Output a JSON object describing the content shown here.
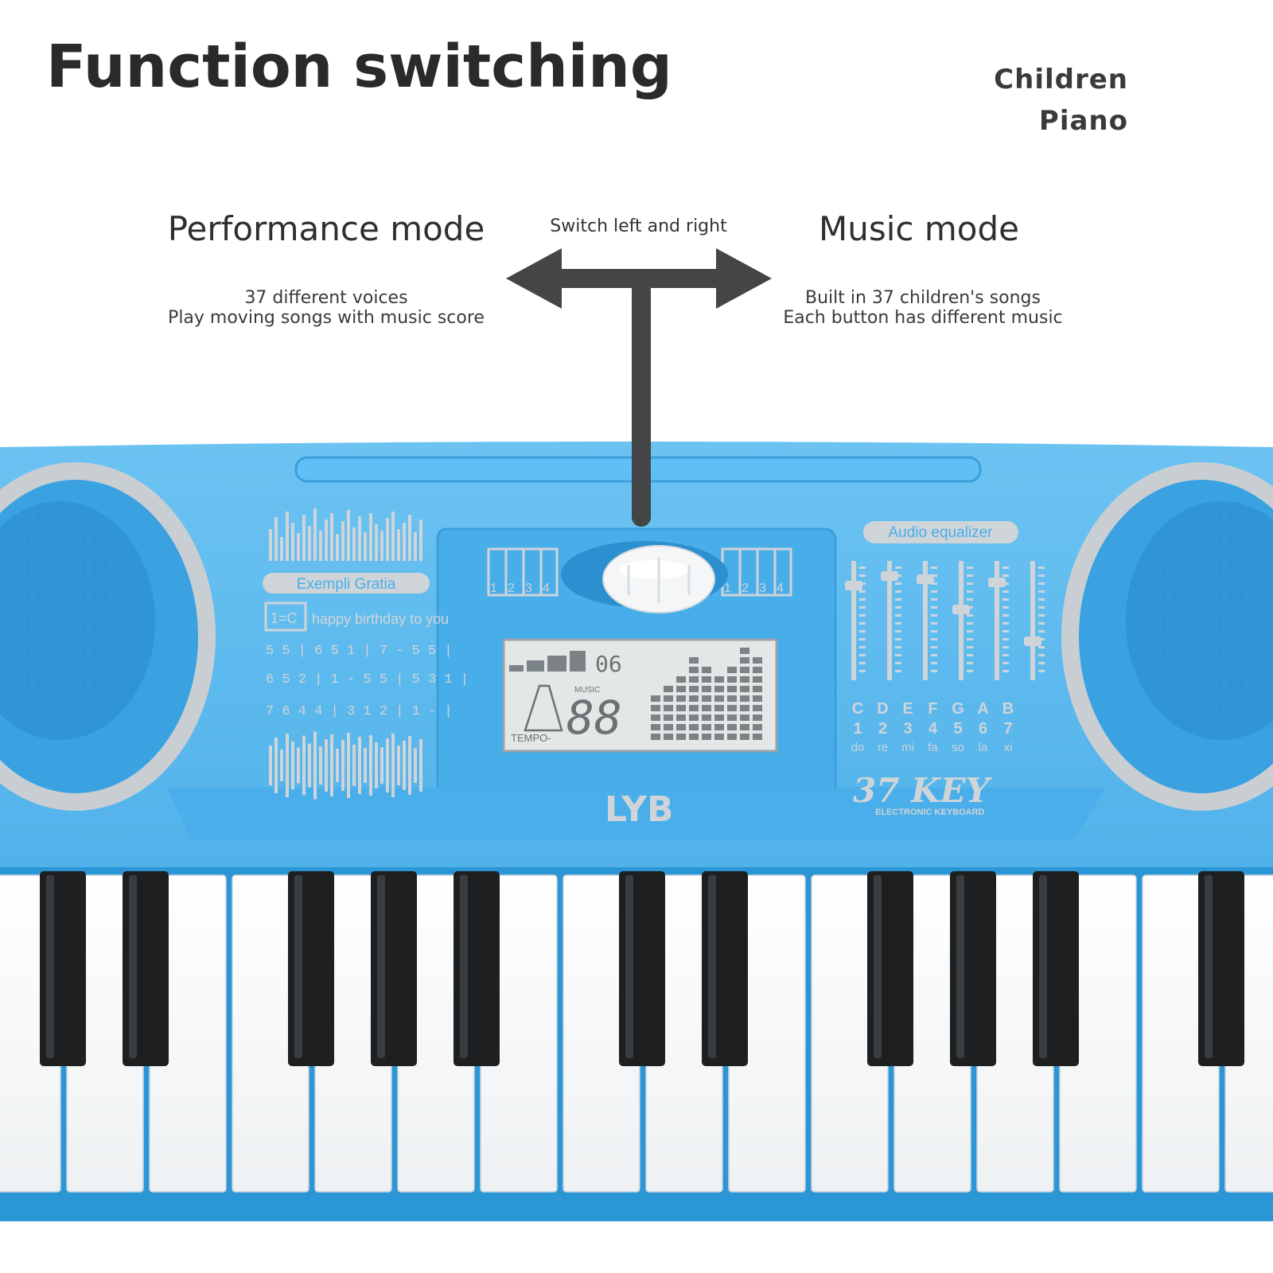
{
  "header": {
    "title": "Function switching",
    "brand_line1": "Children",
    "brand_line2": "Piano"
  },
  "modes": {
    "left": {
      "title": "Performance mode",
      "line1": "37 different voices",
      "line2": "Play moving songs with music score"
    },
    "right": {
      "title": "Music mode",
      "line1": "Built in 37 children's songs",
      "line2": "Each button has different music"
    },
    "switch_label": "Switch left and right"
  },
  "keyboard": {
    "left_panel_label": "Exempli Gratia",
    "score_song": "happy birthday to you",
    "score_key": "1=C",
    "score_lines": [
      "5 5 | 6 5 1 | 7 - 5 5 |",
      "6 5 2 | 1 - 5 5 | 5 3 1 |",
      "7 6 4 4 | 3 1 2 | 1 - |"
    ],
    "mode_numbers": [
      "1",
      "2",
      "3",
      "4"
    ],
    "equalizer_label": "Audio equalizer",
    "notes": [
      "C",
      "D",
      "E",
      "F",
      "G",
      "A",
      "B"
    ],
    "numbers": [
      "1",
      "2",
      "3",
      "4",
      "5",
      "6",
      "7"
    ],
    "solfege": [
      "do",
      "re",
      "mi",
      "fa",
      "so",
      "la",
      "xi"
    ],
    "lcd_top": "06",
    "lcd_music": "MUSIC",
    "lcd_digits": "88",
    "lcd_tempo": "TEMPO-",
    "logo": "LYB",
    "key_badge": "37 KEY",
    "key_badge_sub": "ELECTRONIC KEYBOARD",
    "body_color": "#4fb4ec",
    "accent_color": "#cfd4d8"
  }
}
